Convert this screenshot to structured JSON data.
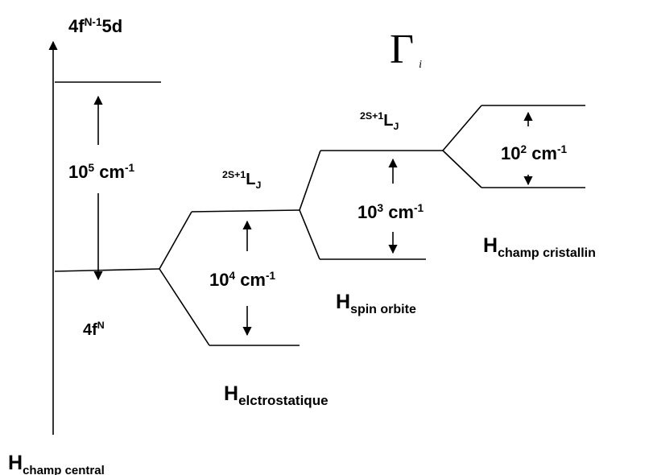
{
  "levels": {
    "f_n1_5d": {
      "base": "4f",
      "sup": "N-1",
      "tail": "5d"
    },
    "f_n": {
      "base": "4f",
      "sup": "N"
    },
    "term1": {
      "sup": "2S+1",
      "base": "L",
      "sub": "J"
    },
    "term2": {
      "sup": "2S+1",
      "base": "L",
      "sub": "J"
    }
  },
  "gaps": [
    {
      "base": "10",
      "exp": "5",
      "unit": "cm",
      "unit_exp": "-1"
    },
    {
      "base": "10",
      "exp": "4",
      "unit": "cm",
      "unit_exp": "-1"
    },
    {
      "base": "10",
      "exp": "3",
      "unit": "cm",
      "unit_exp": "-1"
    },
    {
      "base": "10",
      "exp": "2",
      "unit": "cm",
      "unit_exp": "-1"
    }
  ],
  "hamiltonians": {
    "central": {
      "base": "H",
      "sub": "champ central"
    },
    "electrostatic": {
      "base": "H",
      "sub": "elctrostatique"
    },
    "spin_orbit": {
      "base": "H",
      "sub": "spin orbite"
    },
    "crystal": {
      "base": "H",
      "sub": "champ cristallin"
    }
  },
  "symbol": {
    "main": "Γ",
    "sub": "i"
  },
  "colors": {
    "line": "#000000",
    "background": "#ffffff"
  }
}
